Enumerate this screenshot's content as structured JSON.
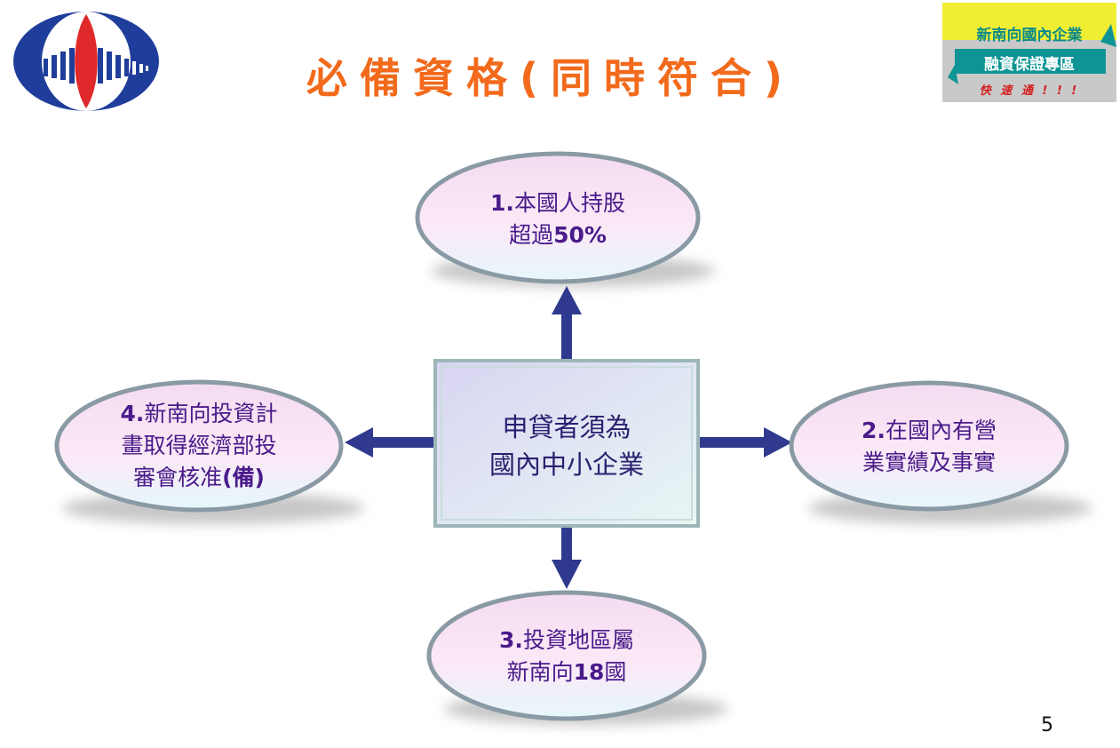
{
  "title": "必備資格(同時符合)",
  "badge": {
    "line1": "新南向國內企業",
    "line2": "融資保證專區",
    "line3": "快 速 通 ! ! !"
  },
  "center": {
    "line1": "申貸者須為",
    "line2": "國內中小企業"
  },
  "nodes": [
    {
      "num": "1.",
      "line1": "本國人持股",
      "line2_a": "超過",
      "line2_b": "50%"
    },
    {
      "num": "2.",
      "line1": "在國內有營",
      "line2": "業實績及事實"
    },
    {
      "num": "3.",
      "line1": "投資地區屬",
      "line2_a": "新南向",
      "line2_b": "18",
      "line2_c": "國"
    },
    {
      "num": "4.",
      "line1": "新南向投資計",
      "line2": "畫取得經濟部投",
      "line3_a": "審會核准",
      "line3_b": "(備)"
    }
  ],
  "page_number": "5",
  "colors": {
    "title": "#f26a1b",
    "arrow": "#2f3a8f",
    "ellipse_border": "#8a9aa4",
    "node_text": "#4a1a8a"
  },
  "icons": {
    "logo": "organization-logo",
    "badge": "promo-badge"
  }
}
